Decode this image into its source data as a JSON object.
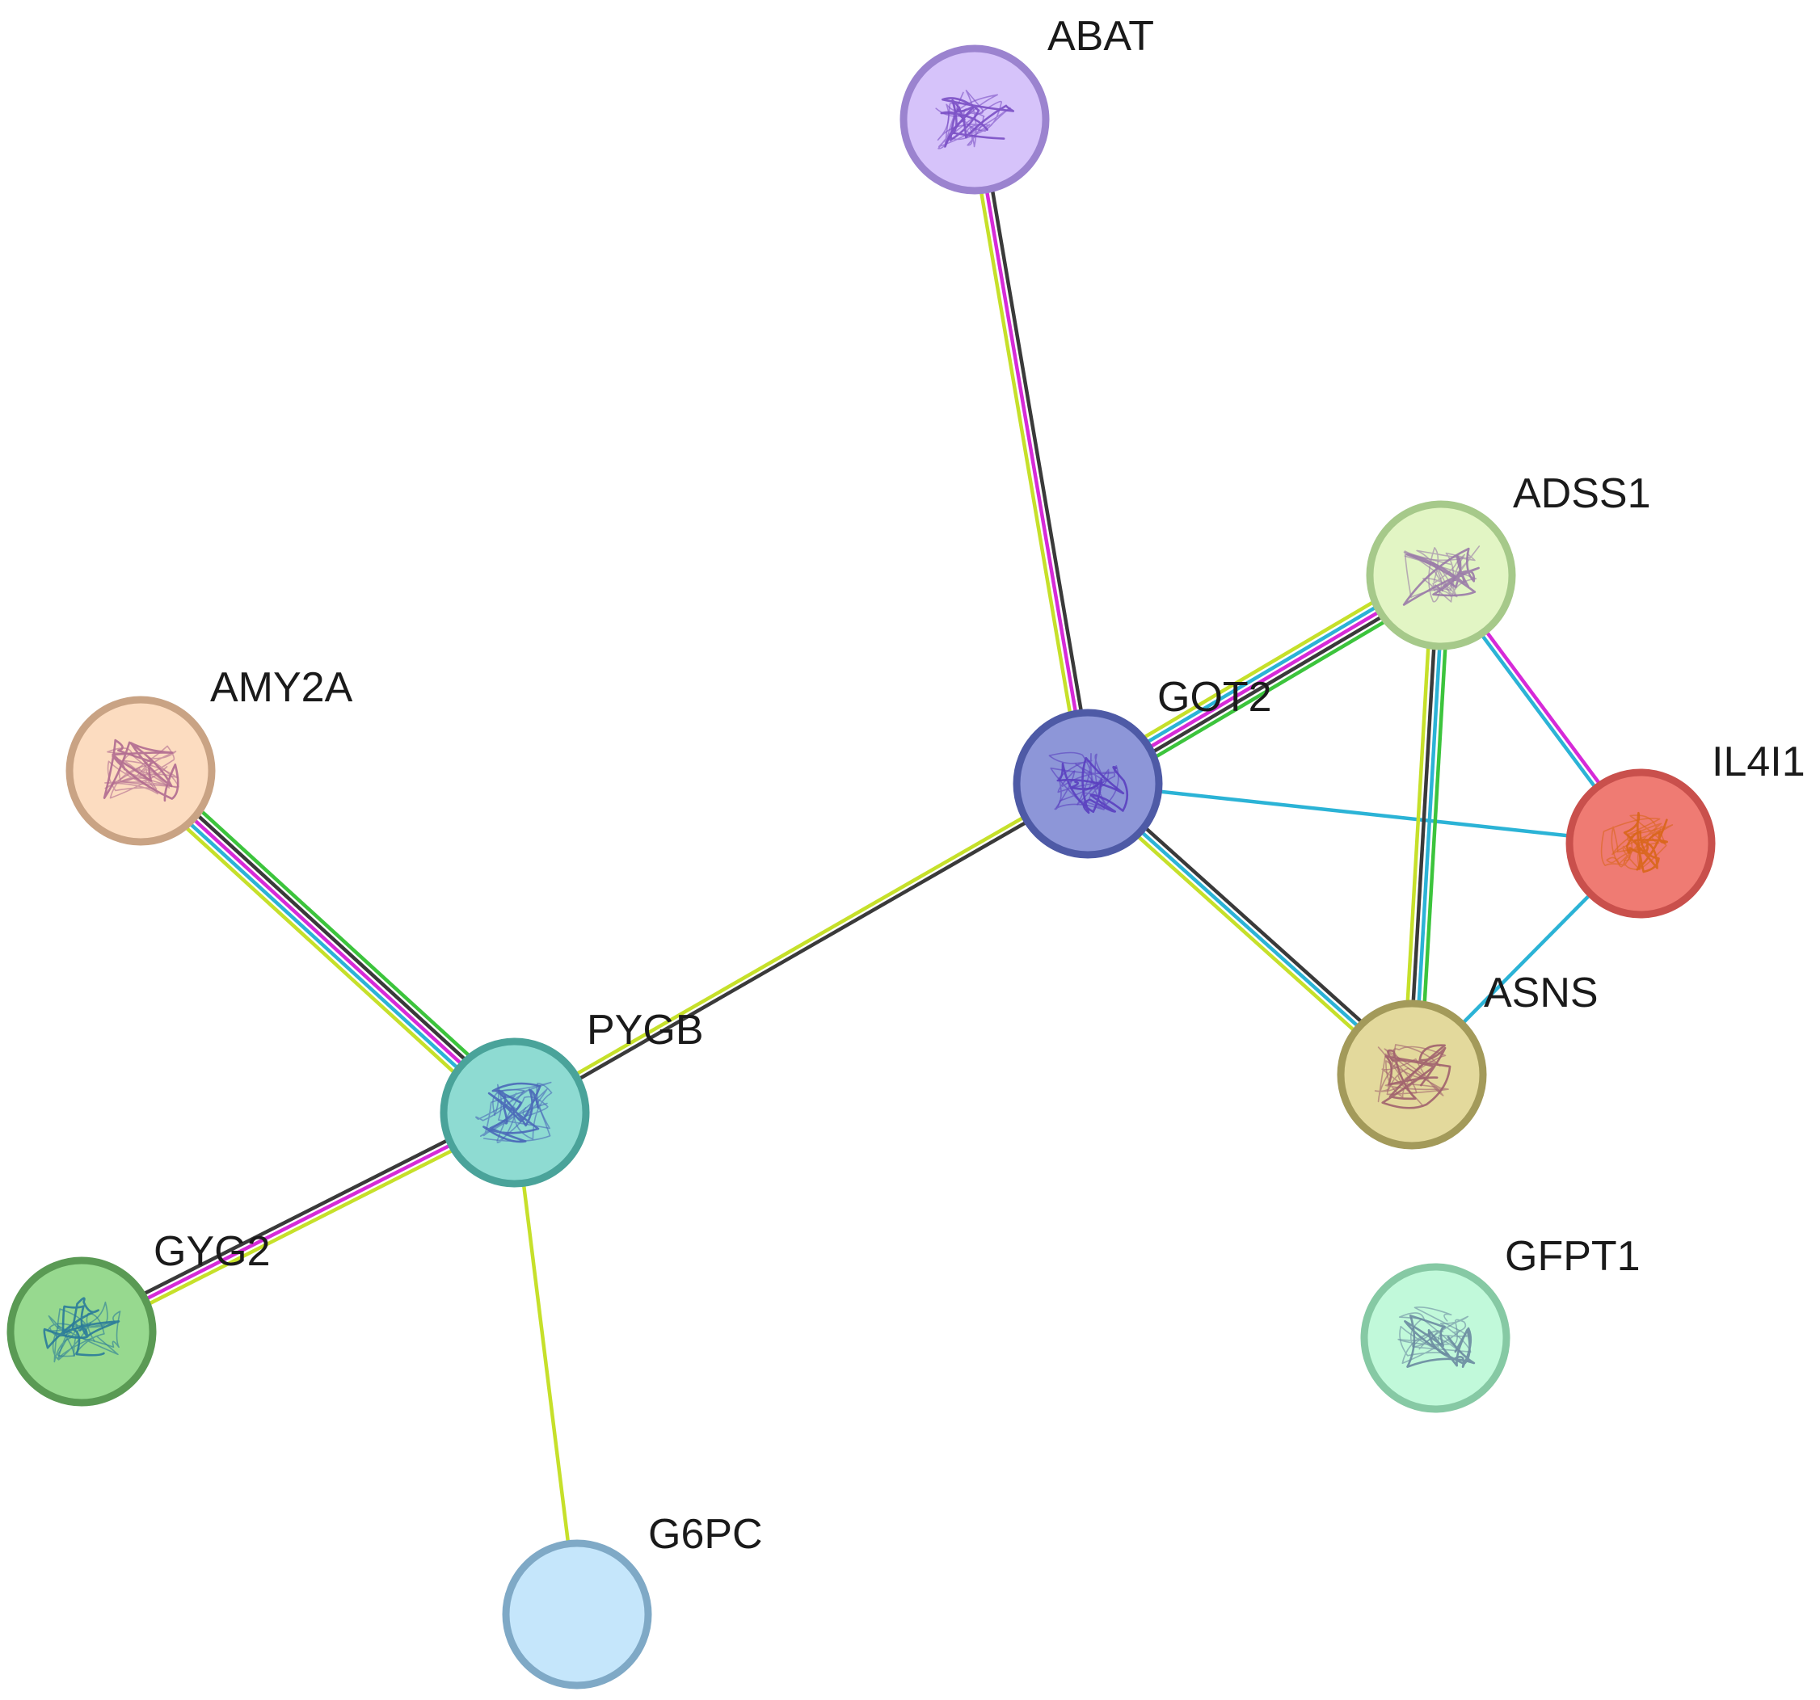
{
  "nodes": [
    {
      "id": "ABAT",
      "label": "ABAT",
      "fill": "#d6c3fa",
      "stroke": "#9b83cf",
      "glyph": "#7a4fc4",
      "has_structure": true
    },
    {
      "id": "GOT2",
      "label": "GOT2",
      "fill": "#8d96d8",
      "stroke": "#4e5aa6",
      "glyph": "#5a3fc0",
      "has_structure": true
    },
    {
      "id": "ADSS1",
      "label": "ADSS1",
      "fill": "#e2f5c4",
      "stroke": "#a6c98a",
      "glyph": "#9a7aa8",
      "has_structure": true
    },
    {
      "id": "IL4I1",
      "label": "IL4I1",
      "fill": "#ef7b73",
      "stroke": "#c9504c",
      "glyph": "#d8661a",
      "has_structure": true
    },
    {
      "id": "ASNS",
      "label": "ASNS",
      "fill": "#e3d99c",
      "stroke": "#a39a5a",
      "glyph": "#a0606e",
      "has_structure": true
    },
    {
      "id": "AMY2A",
      "label": "AMY2A",
      "fill": "#fcdcc0",
      "stroke": "#c9a384",
      "glyph": "#b06a90",
      "has_structure": true
    },
    {
      "id": "PYGB",
      "label": "PYGB",
      "fill": "#8edbd2",
      "stroke": "#4aa39a",
      "glyph": "#4a68b8",
      "has_structure": true
    },
    {
      "id": "GYG2",
      "label": "GYG2",
      "fill": "#97d98f",
      "stroke": "#5a9a54",
      "glyph": "#2a7a9a",
      "has_structure": true
    },
    {
      "id": "G6PC",
      "label": "G6PC",
      "fill": "#c5e6fb",
      "stroke": "#7fa9c6",
      "glyph": "#7fa9c6",
      "has_structure": false
    },
    {
      "id": "GFPT1",
      "label": "GFPT1",
      "fill": "#c1f9da",
      "stroke": "#86c9a4",
      "glyph": "#6a8aa0",
      "has_structure": true
    }
  ],
  "edge_colors": {
    "yellowgreen": "#c6e02a",
    "magenta": "#d62ad8",
    "cyan": "#2bb3d6",
    "black": "#3a3a3a",
    "green": "#3cc43c"
  },
  "edges": [
    {
      "source": "ABAT",
      "target": "GOT2",
      "evidence": [
        "black",
        "magenta",
        "yellowgreen"
      ]
    },
    {
      "source": "GOT2",
      "target": "ADSS1",
      "evidence": [
        "yellowgreen",
        "cyan",
        "magenta",
        "black",
        "green"
      ]
    },
    {
      "source": "GOT2",
      "target": "IL4I1",
      "evidence": [
        "cyan"
      ]
    },
    {
      "source": "GOT2",
      "target": "ASNS",
      "evidence": [
        "black",
        "cyan",
        "yellowgreen"
      ]
    },
    {
      "source": "GOT2",
      "target": "PYGB",
      "evidence": [
        "black",
        "yellowgreen"
      ]
    },
    {
      "source": "ADSS1",
      "target": "IL4I1",
      "evidence": [
        "magenta",
        "cyan"
      ]
    },
    {
      "source": "ADSS1",
      "target": "ASNS",
      "evidence": [
        "green",
        "cyan",
        "black",
        "yellowgreen"
      ]
    },
    {
      "source": "IL4I1",
      "target": "ASNS",
      "evidence": [
        "cyan"
      ]
    },
    {
      "source": "AMY2A",
      "target": "PYGB",
      "evidence": [
        "green",
        "black",
        "magenta",
        "cyan",
        "yellowgreen"
      ]
    },
    {
      "source": "PYGB",
      "target": "GYG2",
      "evidence": [
        "yellowgreen",
        "magenta",
        "black"
      ]
    },
    {
      "source": "PYGB",
      "target": "G6PC",
      "evidence": [
        "yellowgreen"
      ]
    }
  ]
}
